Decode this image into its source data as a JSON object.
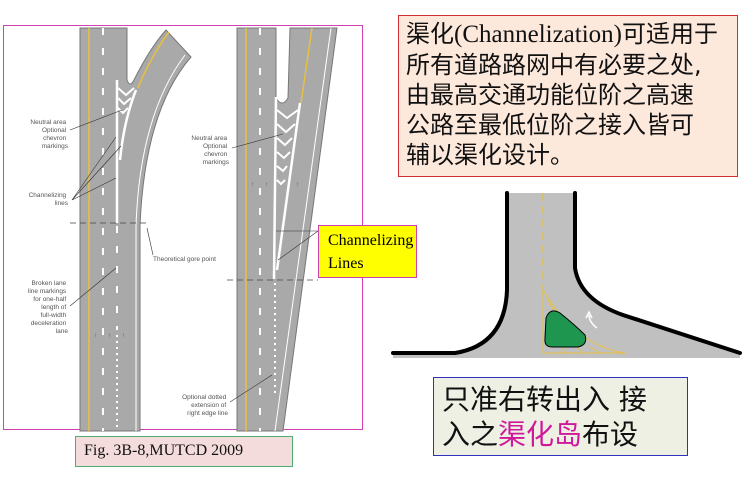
{
  "intro_text": {
    "line1_prefix": "渠化",
    "line1_en": "(Channelization)",
    "line1_suffix": "可适用于",
    "line2": "所有道路路网中有必要之处,",
    "line3": "由最高交通功能位阶之高速",
    "line4": "公路至最低位阶之接入皆可",
    "line5": "辅以渠化设计。"
  },
  "left_diagram": {
    "neutral_area": [
      "Neutral area",
      "Optional",
      "chevron",
      "markings"
    ],
    "channelizing": [
      "Channelizing",
      "lines"
    ],
    "gore_point": "Theoretical gore point",
    "broken_lane": [
      "Broken lane",
      "line markings",
      "for one-half",
      "length of",
      "full-width",
      "deceleration",
      "lane"
    ]
  },
  "right_diagram": {
    "neutral_area": [
      "Neutral area",
      "Optional",
      "chevron",
      "markings"
    ],
    "dotted_extension": [
      "Optional dotted",
      "extension of",
      "right edge line"
    ]
  },
  "callout": {
    "line1": "Channelizing",
    "line2": "Lines"
  },
  "caption": "Fig. 3B-8,MUTCD 2009",
  "note": {
    "line1": "只准右转出入 接",
    "line2_prefix": "入之",
    "line2_highlight": "渠化岛",
    "line2_suffix": "布设"
  },
  "colors": {
    "road": "#a9a9a9",
    "yellow": "#e8c040",
    "island": "#1e9650",
    "highlight": "#d0189a"
  }
}
